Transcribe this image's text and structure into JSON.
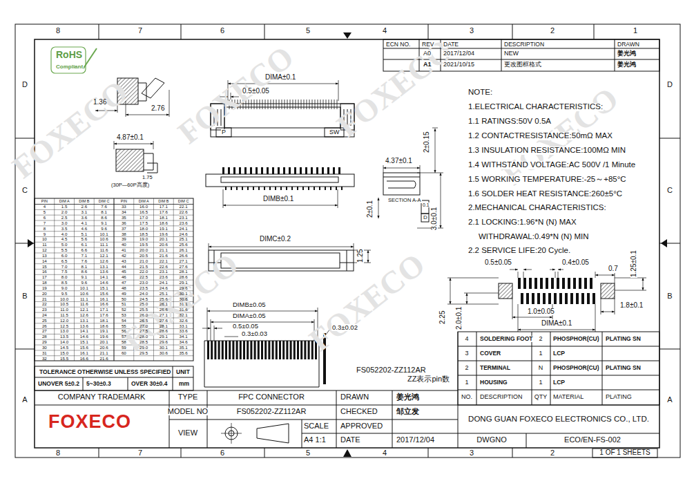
{
  "diagram": {
    "labels": [
      "8",
      "7",
      "6",
      "5",
      "4",
      "3",
      "2",
      "1",
      "8",
      "7",
      "6",
      "5",
      "4",
      "3",
      "2",
      "D",
      "C",
      "B",
      "A",
      "D",
      "C",
      "B",
      "A",
      "FOXECO",
      "FOXECO",
      "FOXECO",
      "FOXECO",
      "FOXECO",
      "FOXECO",
      "RoHS",
      "Compliant",
      "ECN NO.",
      "REV",
      "DATE",
      "DESCRIPTION",
      "DRAWN",
      "A0",
      "2017/12/04",
      "NEW",
      "姜光鸿",
      "A1",
      "2021/10/15",
      "更改图框格式",
      "姜光鸿",
      "1.36",
      "2.76",
      "4.87±0.1",
      "1.75",
      "(30P—60P高度)",
      "DIMA±0.1",
      "0.5±0.05",
      "P",
      "SW",
      "DIMB±0.1",
      "4.37±0.1",
      "2±0.15",
      "SECTION A-A",
      "2±0.1",
      "3.0±0.1",
      "D",
      "0.1",
      "DIMC±0.2",
      "1.25",
      "DIMB±0.05",
      "DIMA±0.05",
      "0.5±0.05",
      "0.3±0.03",
      "0.3±0.02",
      "FS052202-ZZ112AR",
      "ZZ表示pin数",
      "NOTE:",
      "1.ELECTRICAL CHARACTERISTICS:",
      "1.1 RATINGS:50V 0.5A",
      "1.2 CONTACTRESISTANCE:50mΩ MAX",
      "1.3 INSULATION RESISTANCE:100MΩ MIN",
      "1.4 WITHSTAND VOLTAGE:AC 500V /1 Minute",
      "1.5 WORKING TEMPERATURE:-25～+85°C",
      "1.6 SOLDER HEAT RESISTANCE:260±5°C",
      "2.MECHANICAL CHARACTERISTICS:",
      "2.1 LOCKING:1.96*N (N) MAX",
      "WITHDRAWAL:0.49*N (N) MIN",
      "2.2 SERVICE LIFE:20 Cycle.",
      "0.5±0.05",
      "0.4±0.05",
      "0.7",
      "1.25±0.1",
      "1.8±0.1",
      "1.0±0.05",
      "2.25",
      "2.0±0.1",
      "DIMA±0.1",
      "4",
      "SOLDERING FOOT",
      "2",
      "PHOSPHOR(CU)",
      "PLATING SN",
      "3",
      "COVER",
      "1",
      "LCP",
      "2",
      "TERMINAL",
      "N",
      "PHOSPHOR(CU)",
      "PLATING SN",
      "1",
      "HOUSING",
      "1",
      "LCP",
      "NO.",
      "DESCRIPTION",
      "QTY",
      "MATERIAL",
      "PLATING",
      "TOLERANCE OTHERWISE UNLESS SPECIFIED",
      "UNIT",
      "UNOVER 5±0.2",
      "5~30±0.3",
      "OVER 30±0.4",
      "mm",
      "COMPANY TRADEMARK",
      "TYPE",
      "FPC CONNECTOR",
      "DRAWN",
      "姜光鸿",
      "MODEL NO",
      "FS052202-ZZ112AR",
      "CHECKED",
      "邹立发",
      "FOXECO",
      "VIEW",
      "SCALE",
      "APPROVED",
      "A4 1:1",
      "DATE",
      "2017/12/04",
      "DONG GUAN FOXECO ELECTRONICS CO., LTD.",
      "DWGNO",
      "ECO/EN-FS-002",
      "1 OF 1 SHEETS",
      "PIN",
      "DIM A",
      "DIM B",
      "DIM C",
      "PIN",
      "DIM A",
      "DIM B",
      "DIM C",
      "4",
      "1.5",
      "2.6",
      "7.6",
      "5",
      "2.0",
      "3.1",
      "8.1",
      "6",
      "2.5",
      "3.6",
      "8.6",
      "7",
      "3.0",
      "4.1",
      "9.1",
      "8",
      "3.5",
      "4.6",
      "9.6",
      "9",
      "4.0",
      "5.1",
      "10.1",
      "10",
      "4.5",
      "5.6",
      "10.6",
      "11",
      "5.0",
      "6.1",
      "11.1",
      "12",
      "5.5",
      "6.6",
      "11.6",
      "13",
      "6.0",
      "7.1",
      "12.1",
      "14",
      "6.5",
      "7.6",
      "12.6",
      "15",
      "7.0",
      "8.1",
      "13.1",
      "16",
      "7.5",
      "8.6",
      "13.6",
      "17",
      "8.0",
      "9.1",
      "14.1",
      "18",
      "8.5",
      "9.6",
      "14.6",
      "19",
      "9.0",
      "10.1",
      "15.1",
      "20",
      "9.5",
      "10.6",
      "15.6",
      "21",
      "10.0",
      "11.1",
      "16.1",
      "22",
      "10.5",
      "11.6",
      "16.6",
      "23",
      "11.0",
      "12.1",
      "17.1",
      "24",
      "11.5",
      "12.6",
      "17.6",
      "25",
      "12.0",
      "13.1",
      "18.1",
      "26",
      "12.5",
      "13.6",
      "18.6",
      "27",
      "13.0",
      "14.1",
      "19.1",
      "28",
      "13.5",
      "14.6",
      "19.6",
      "29",
      "14.0",
      "15.1",
      "20.1",
      "30",
      "14.5",
      "15.6",
      "20.6",
      "31",
      "15.0",
      "16.1",
      "21.1",
      "32",
      "15.5",
      "16.6",
      "21.6",
      "33",
      "16.0",
      "17.1",
      "22.1",
      "34",
      "16.5",
      "17.6",
      "22.6",
      "35",
      "17.0",
      "18.1",
      "23.1",
      "36",
      "17.5",
      "18.6",
      "23.6",
      "37",
      "18.0",
      "19.1",
      "24.1",
      "38",
      "18.5",
      "19.6",
      "24.6",
      "39",
      "19.0",
      "20.1",
      "25.1",
      "40",
      "19.5",
      "20.6",
      "25.6",
      "41",
      "20.0",
      "21.1",
      "26.1",
      "42",
      "20.5",
      "21.6",
      "26.6",
      "43",
      "21.0",
      "22.1",
      "27.1",
      "44",
      "21.5",
      "22.6",
      "27.6",
      "45",
      "22.0",
      "23.1",
      "28.1",
      "46",
      "22.5",
      "23.6",
      "28.6",
      "47",
      "23.0",
      "24.1",
      "29.1",
      "48",
      "23.5",
      "24.6",
      "29.6",
      "49",
      "24.0",
      "25.1",
      "30.1",
      "50",
      "24.5",
      "25.6",
      "30.6",
      "51",
      "25.0",
      "26.1",
      "31.1",
      "52",
      "25.5",
      "26.6",
      "31.6",
      "53",
      "26.0",
      "27.1",
      "32.1",
      "54",
      "26.5",
      "27.6",
      "32.6",
      "55",
      "27.0",
      "28.1",
      "33.1",
      "56",
      "27.5",
      "28.6",
      "33.6",
      "57",
      "28.0",
      "29.1",
      "34.1",
      "58",
      "28.5",
      "29.6",
      "34.6",
      "59",
      "29.0",
      "30.1",
      "35.1",
      "60",
      "29.5",
      "30.6",
      "35.6"
    ]
  }
}
